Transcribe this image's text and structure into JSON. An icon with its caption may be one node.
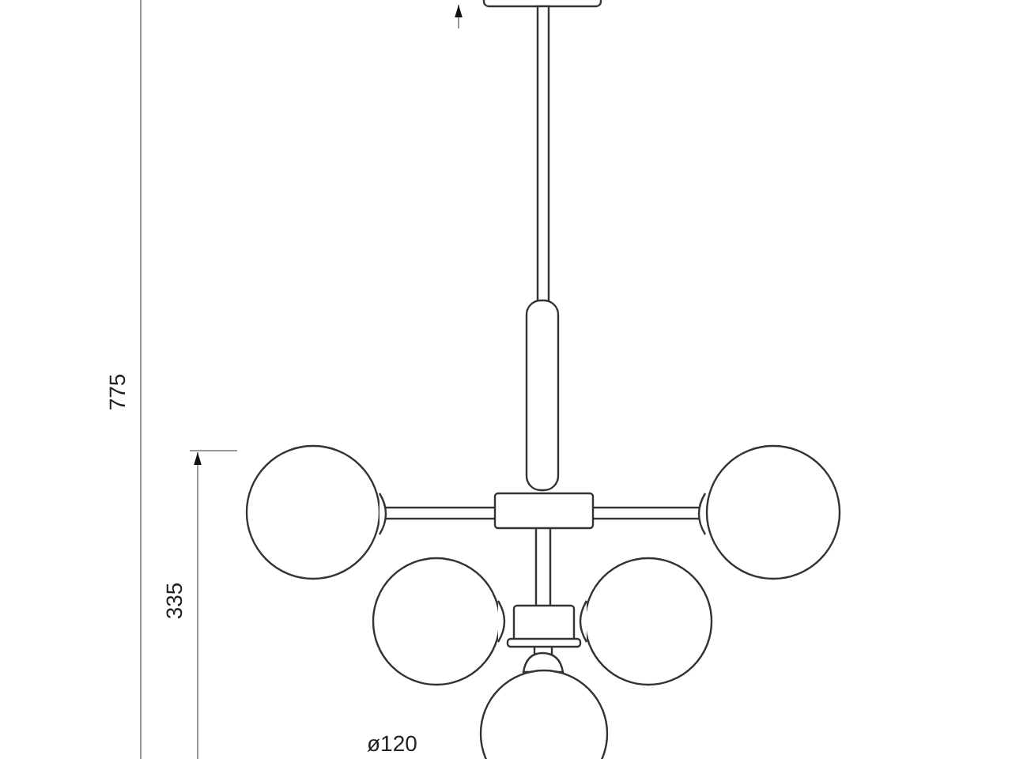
{
  "diagram": {
    "labels": [
      "775",
      "335",
      "ø120"
    ]
  }
}
